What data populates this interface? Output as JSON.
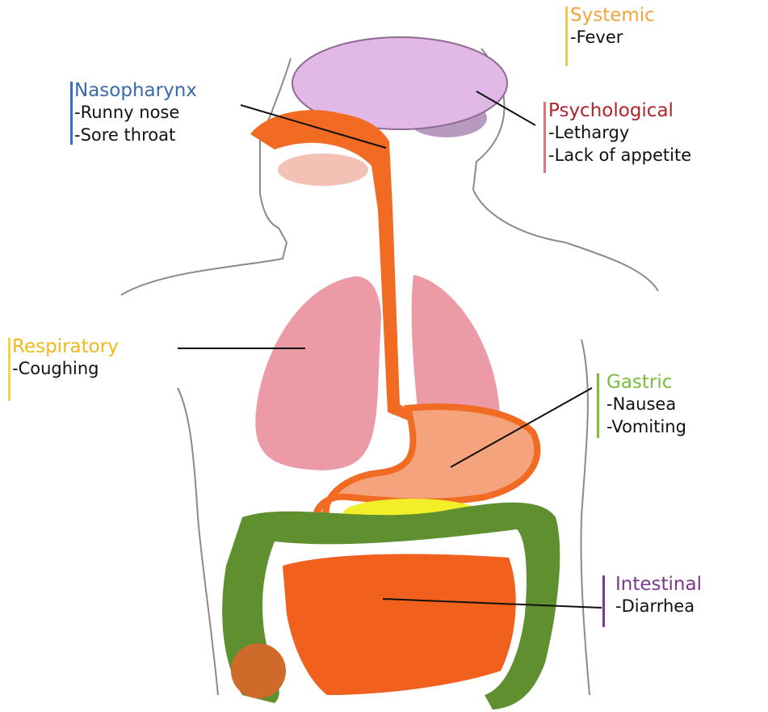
{
  "diagram": {
    "organ_colors": {
      "outline": "#8a8a8a",
      "brain": "#e2b8e6",
      "cerebellum": "#b89ac0",
      "tract": "#f26b22",
      "lungs": "#ec9aa6",
      "stomach": "#f5a37d",
      "pancreas": "#f2ef2a",
      "colon": "#5f8f2e",
      "intestine": "#f1601c"
    },
    "groups": [
      {
        "key": "systemic",
        "title": "Systemic",
        "color": "#f2a33a",
        "bar_color": "#f2c94c",
        "items": [
          "-Fever"
        ]
      },
      {
        "key": "nasopharynx",
        "title": "Nasopharynx",
        "color": "#3a6aa8",
        "bar_color": "#3a6ad0",
        "items": [
          "-Runny nose",
          "-Sore throat"
        ]
      },
      {
        "key": "psychological",
        "title": "Psychological",
        "color": "#b0242c",
        "bar_color": "#e0707a",
        "items": [
          "-Lethargy",
          "-Lack of appetite"
        ]
      },
      {
        "key": "respiratory",
        "title": "Respiratory",
        "color": "#f2b818",
        "bar_color": "#f2d24c",
        "items": [
          "-Coughing"
        ]
      },
      {
        "key": "gastric",
        "title": "Gastric",
        "color": "#7cbc3a",
        "bar_color": "#7cbc3a",
        "items": [
          "-Nausea",
          "-Vomiting"
        ]
      },
      {
        "key": "intestinal",
        "title": "Intestinal",
        "color": "#7a3a8c",
        "bar_color": "#7a3a8c",
        "items": [
          "-Diarrhea"
        ]
      }
    ]
  }
}
